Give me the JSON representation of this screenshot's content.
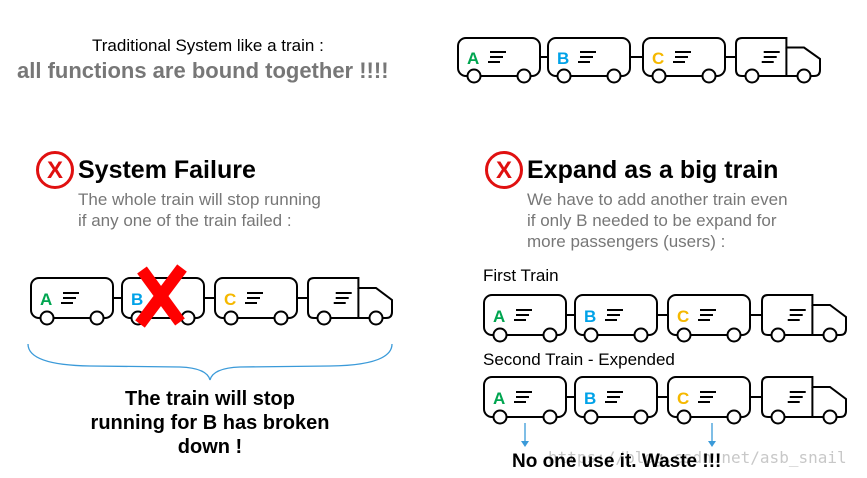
{
  "intro": {
    "line1": "Traditional System like a train :",
    "line2": "all functions are bound together !!!!"
  },
  "failure": {
    "heading": "System Failure",
    "desc_line1": "The whole train will stop running",
    "desc_line2": "if any one of the train failed :",
    "conclusion_line1": "The train will stop",
    "conclusion_line2": "running for B has broken",
    "conclusion_line3": "down !"
  },
  "expand": {
    "heading": "Expand as a big train",
    "desc_line1": "We have to add another train even",
    "desc_line2": "if only B needed to be expand for",
    "desc_line3": "more passengers (users) :",
    "first_label": "First Train",
    "second_label": "Second Train - Expended",
    "waste_text": "No one use it. Waste !!!"
  },
  "watermark": "https://blog.csdn.net/asb_snail",
  "cars": {
    "a": "A",
    "b": "B",
    "c": "C"
  },
  "colors": {
    "a": "#00a550",
    "b": "#00a2e8",
    "c": "#f5b800",
    "x_mark": "#e01010",
    "cross": "#ff0000",
    "brace": "#3a9ad9",
    "arrow": "#3a9ad9",
    "gray_text": "#777777"
  },
  "icons": {
    "fail_mark": "circled-x-icon",
    "expand_mark": "circled-x-icon",
    "broken": "red-x-cross-icon",
    "engine": "truck-cab-icon"
  }
}
